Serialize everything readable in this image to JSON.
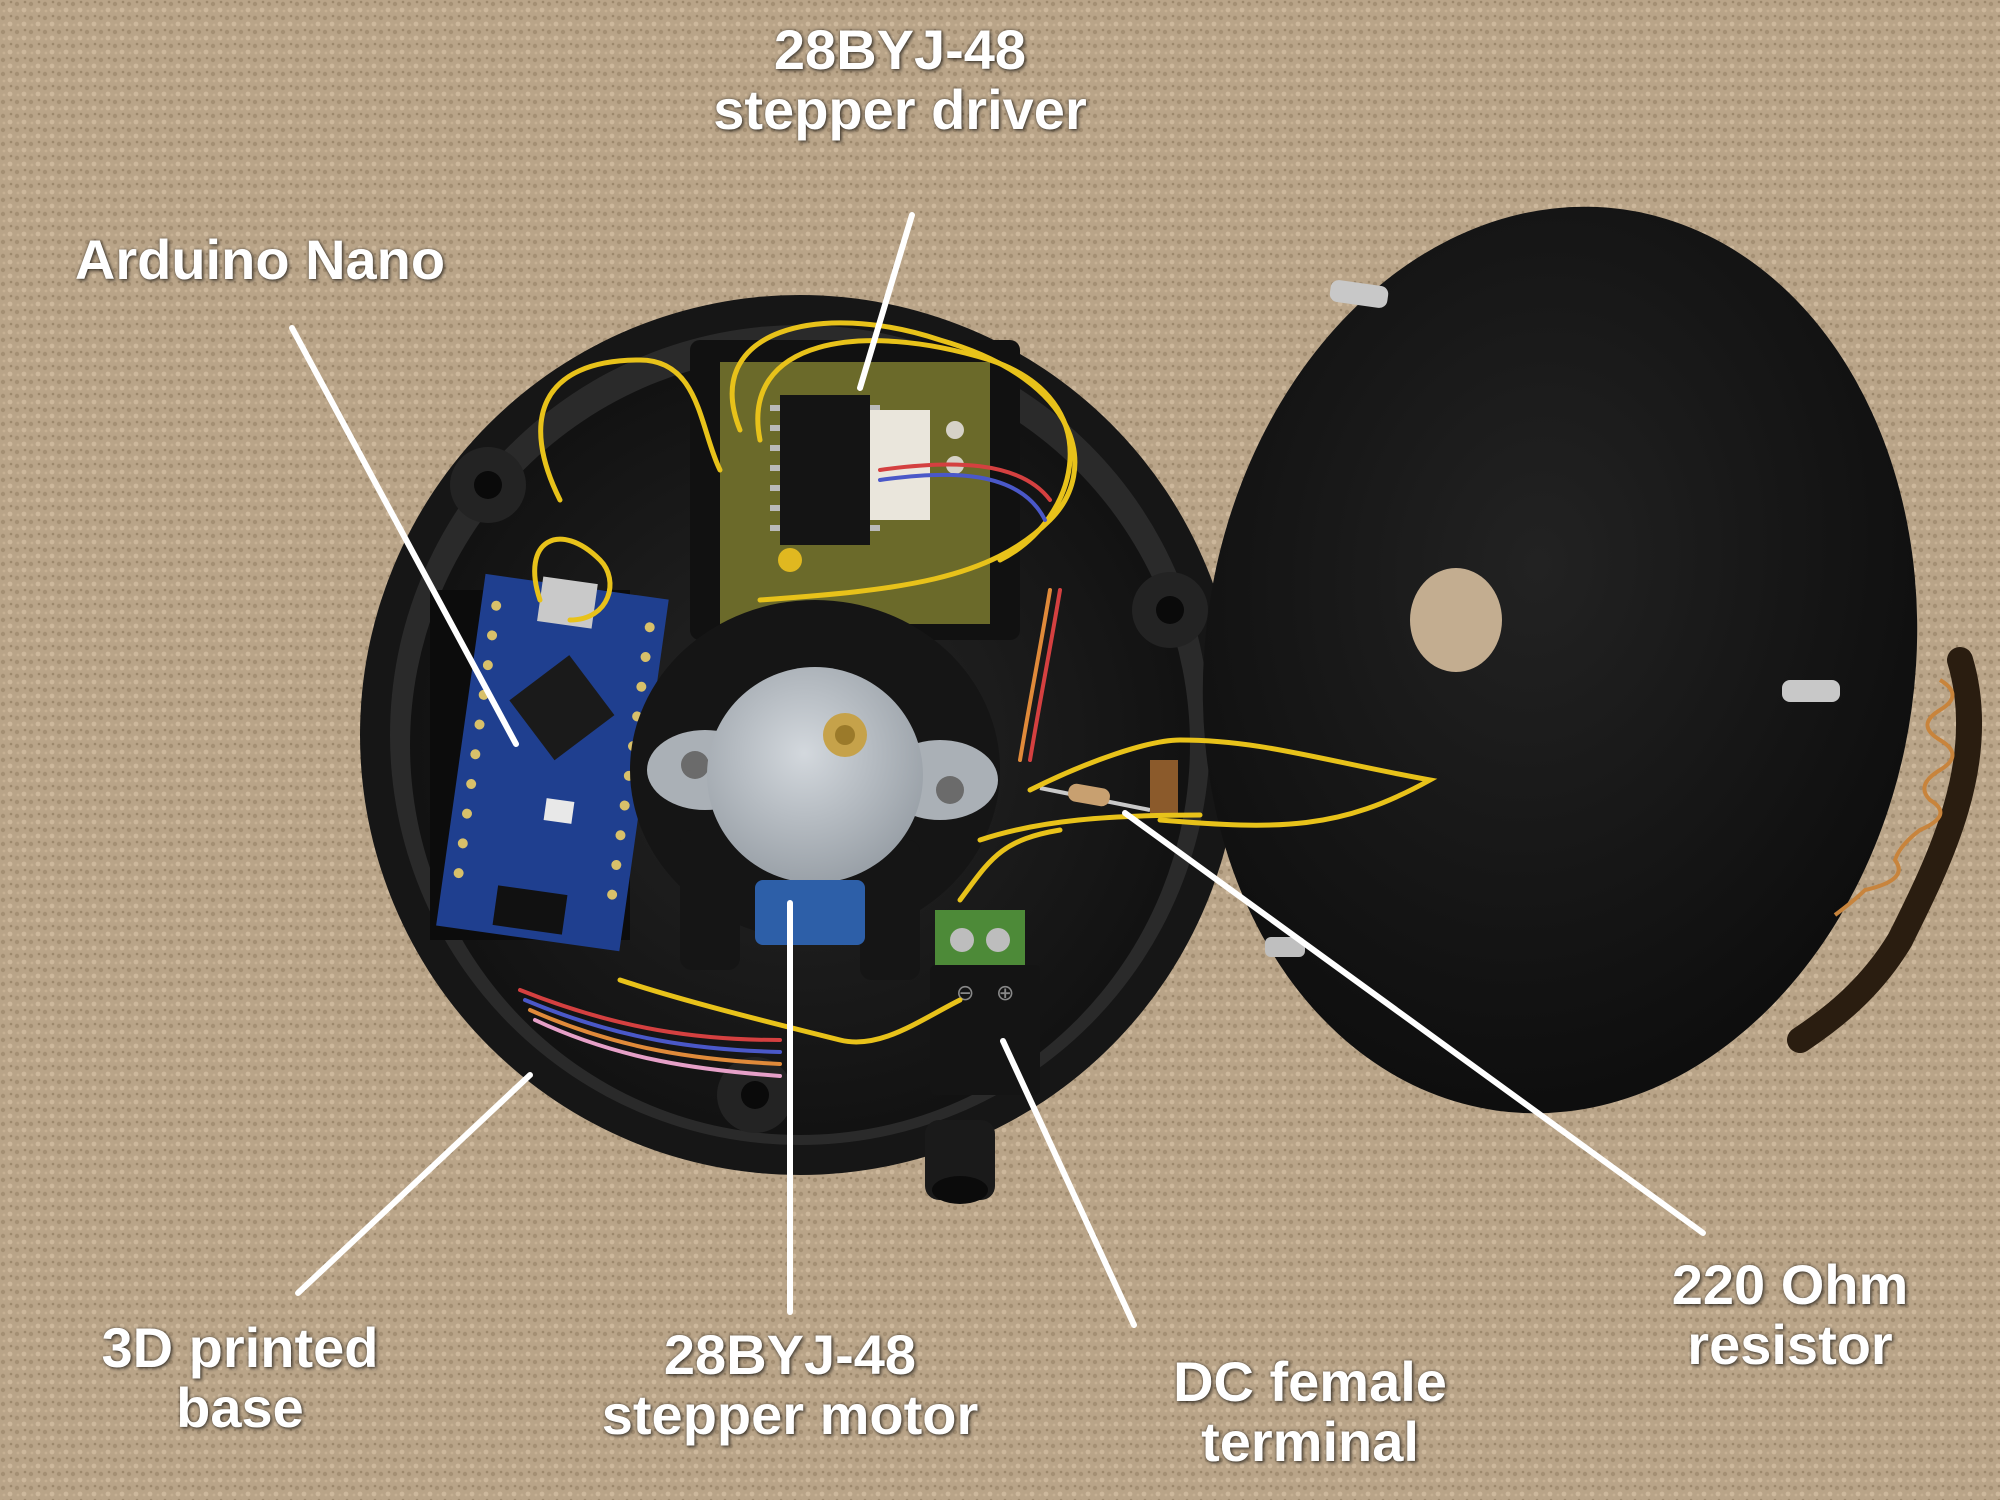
{
  "labels": {
    "stepper_driver": [
      "28BYJ-48",
      "stepper driver"
    ],
    "arduino": [
      "Arduino Nano"
    ],
    "base": [
      "3D printed",
      "base"
    ],
    "stepper_motor": [
      "28BYJ-48",
      "stepper motor"
    ],
    "dc_terminal": [
      "DC female",
      "terminal"
    ],
    "resistor": [
      "220 Ohm",
      "resistor"
    ]
  },
  "colors": {
    "carpet": "#b9a488",
    "enclosure": "#1c1c1c",
    "wire_yellow": "#e8c21a",
    "pcb_green": "#6b6a2a",
    "nano_blue": "#1f3f8f",
    "motor_silver": "#b7bdc4",
    "label_text": "#ffffff"
  }
}
